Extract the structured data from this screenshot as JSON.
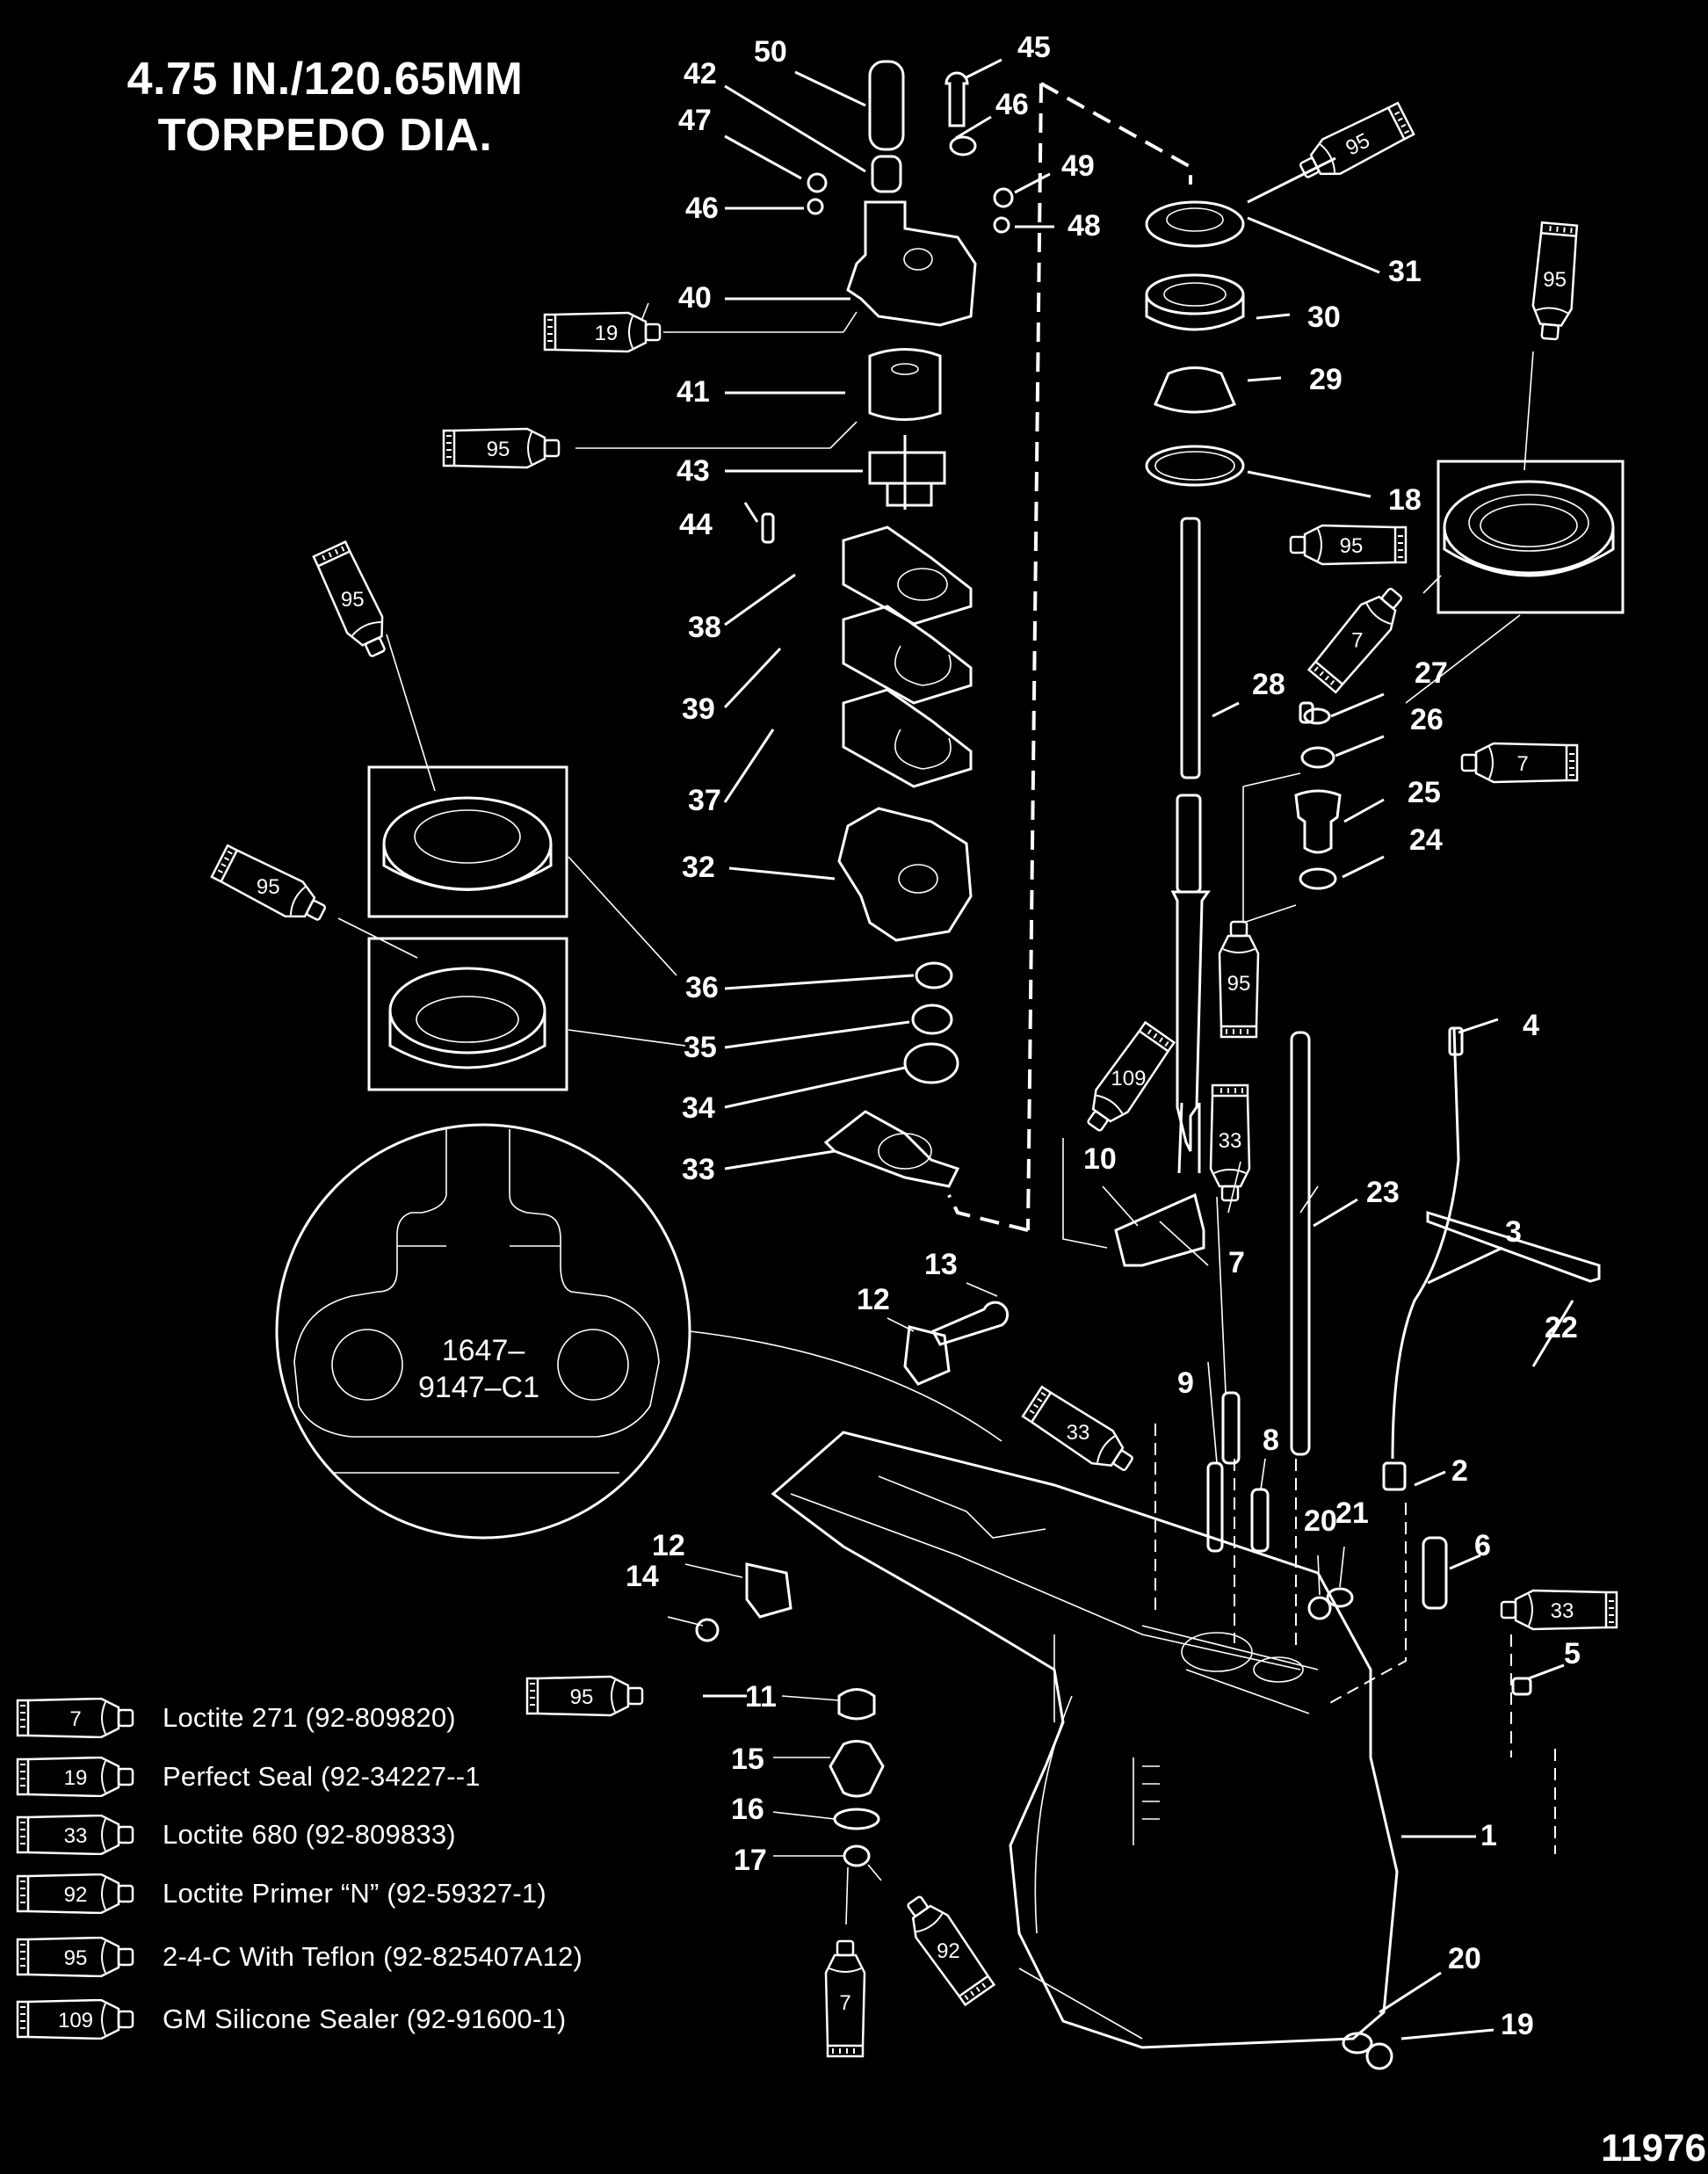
{
  "title": {
    "line1": "4.75 IN./120.65MM",
    "line2": "TORPEDO DIA."
  },
  "figure_number": "11976",
  "detail_callout": {
    "text_line1": "1647–",
    "text_line2": "9147–C1"
  },
  "part_labels": {
    "p1": "1",
    "p2": "2",
    "p3": "3",
    "p4": "4",
    "p5": "5",
    "p6": "6",
    "p7": "7",
    "p8": "8",
    "p9": "9",
    "p10": "10",
    "p11": "11",
    "p12a": "12",
    "p12b": "12",
    "p13": "13",
    "p14": "14",
    "p15": "15",
    "p16": "16",
    "p17": "17",
    "p18": "18",
    "p19": "19",
    "p20a": "20",
    "p20b": "20",
    "p21": "21",
    "p22": "22",
    "p23": "23",
    "p24": "24",
    "p25": "25",
    "p26": "26",
    "p27": "27",
    "p28": "28",
    "p29": "29",
    "p30": "30",
    "p31": "31",
    "p32": "32",
    "p33": "33",
    "p34": "34",
    "p35": "35",
    "p36": "36",
    "p37": "37",
    "p38": "38",
    "p39": "39",
    "p40": "40",
    "p41": "41",
    "p42": "42",
    "p43": "43",
    "p44": "44",
    "p45": "45",
    "p46a": "46",
    "p46b": "46",
    "p47": "47",
    "p48": "48",
    "p49": "49",
    "p50": "50"
  },
  "sealant_tubes_in_diagram": {
    "t19": "19",
    "t95_impeller": "95",
    "t95_top_right": "95",
    "t95_driveshaft": "95",
    "t7_bearing": "7",
    "t7_right": "7",
    "t95_vertical": "95",
    "t95_left_top": "95",
    "t95_left_mid": "95",
    "t109": "109",
    "t33_vertical": "33",
    "t33_housing": "33",
    "t33_right": "33",
    "t95_pinion": "95",
    "t7_bottom": "7",
    "t92_bottom": "92"
  },
  "legend": [
    {
      "code": "7",
      "text": "Loctite 271 (92-809820)"
    },
    {
      "code": "19",
      "text": "Perfect Seal (92-34227--1"
    },
    {
      "code": "33",
      "text": "Loctite 680 (92-809833)"
    },
    {
      "code": "92",
      "text": "Loctite Primer “N” (92-59327-1)"
    },
    {
      "code": "95",
      "text": "2-4-C  With Teflon (92-825407A12)"
    },
    {
      "code": "109",
      "text": "GM Silicone Sealer (92-91600-1)"
    }
  ]
}
